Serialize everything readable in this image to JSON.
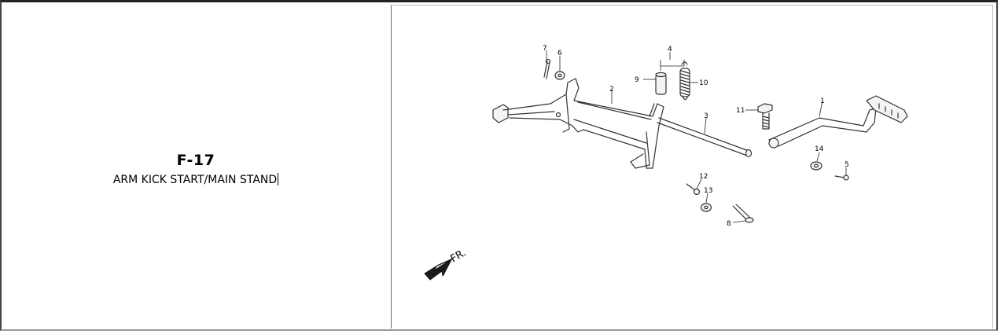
{
  "assembly": {
    "code": "F-17",
    "title": "ARM KICK START/MAIN STAND"
  },
  "diagram": {
    "direction_label": "FR.",
    "callouts": [
      "1",
      "2",
      "3",
      "4",
      "5",
      "6",
      "7",
      "8",
      "9",
      "10",
      "11",
      "12",
      "13",
      "14"
    ]
  }
}
